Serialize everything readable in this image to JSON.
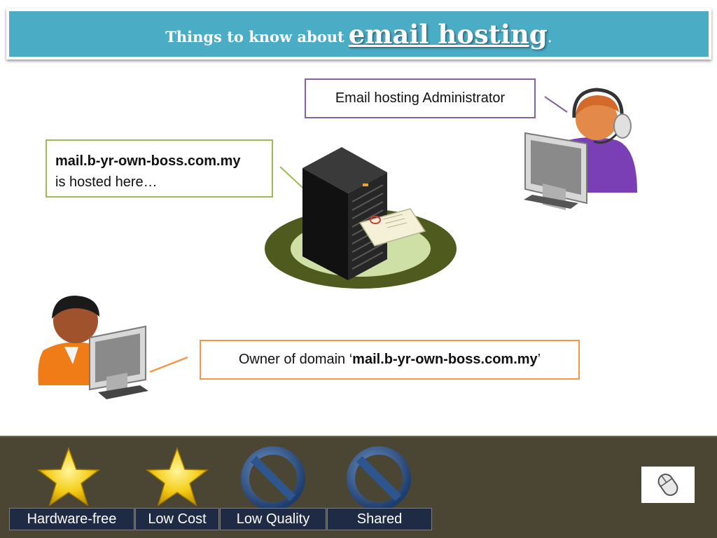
{
  "header": {
    "prefix": "Things to know about",
    "main": "email hosting",
    "suffix": "."
  },
  "callouts": {
    "admin": "Email hosting Administrator",
    "hosted_domain": "mail.b-yr-own-boss.com.my",
    "hosted_text": "is hosted here…",
    "owner_prefix": "Owner of domain ‘",
    "owner_domain": "mail.b-yr-own-boss.com.my",
    "owner_suffix": "’"
  },
  "features": [
    {
      "label": "Hardware-free",
      "icon": "star-icon",
      "positive": true
    },
    {
      "label": "Low Cost",
      "icon": "star-icon",
      "positive": true
    },
    {
      "label": "Low Quality",
      "icon": "prohibited-icon",
      "positive": false
    },
    {
      "label": "Shared",
      "icon": "prohibited-icon",
      "positive": false
    }
  ],
  "colors": {
    "title_bar": "#4bacc6",
    "admin_border": "#8064a2",
    "hosted_border": "#9bbb59",
    "owner_border": "#f79646",
    "footer_bg": "#4a4633"
  }
}
